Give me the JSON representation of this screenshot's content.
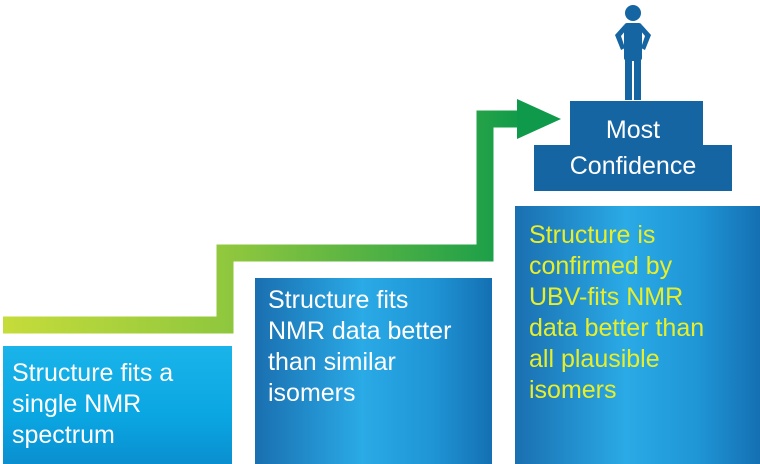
{
  "steps": [
    {
      "lines": [
        "Structure fits a",
        "single NMR",
        "spectrum"
      ]
    },
    {
      "lines": [
        "Structure fits",
        "NMR data better",
        "than similar",
        "isomers"
      ]
    },
    {
      "lines": [
        "Structure is",
        "confirmed by",
        "UBV-fits NMR",
        "data better than",
        "all plausible",
        "isomers"
      ]
    }
  ],
  "podium": {
    "lines": [
      "Most",
      "Confidence"
    ]
  },
  "colors": {
    "step_fill": "#0aa6e2",
    "step_fill_dark": "#1a6fb0",
    "podium": "#1565a3",
    "top_step_text": "#e8ee2a",
    "arrow_start": "#c6dc3a",
    "arrow_end": "#0e9a4a",
    "person": "#1565a3"
  },
  "icons": [
    "stair-arrow-icon",
    "person-icon"
  ]
}
